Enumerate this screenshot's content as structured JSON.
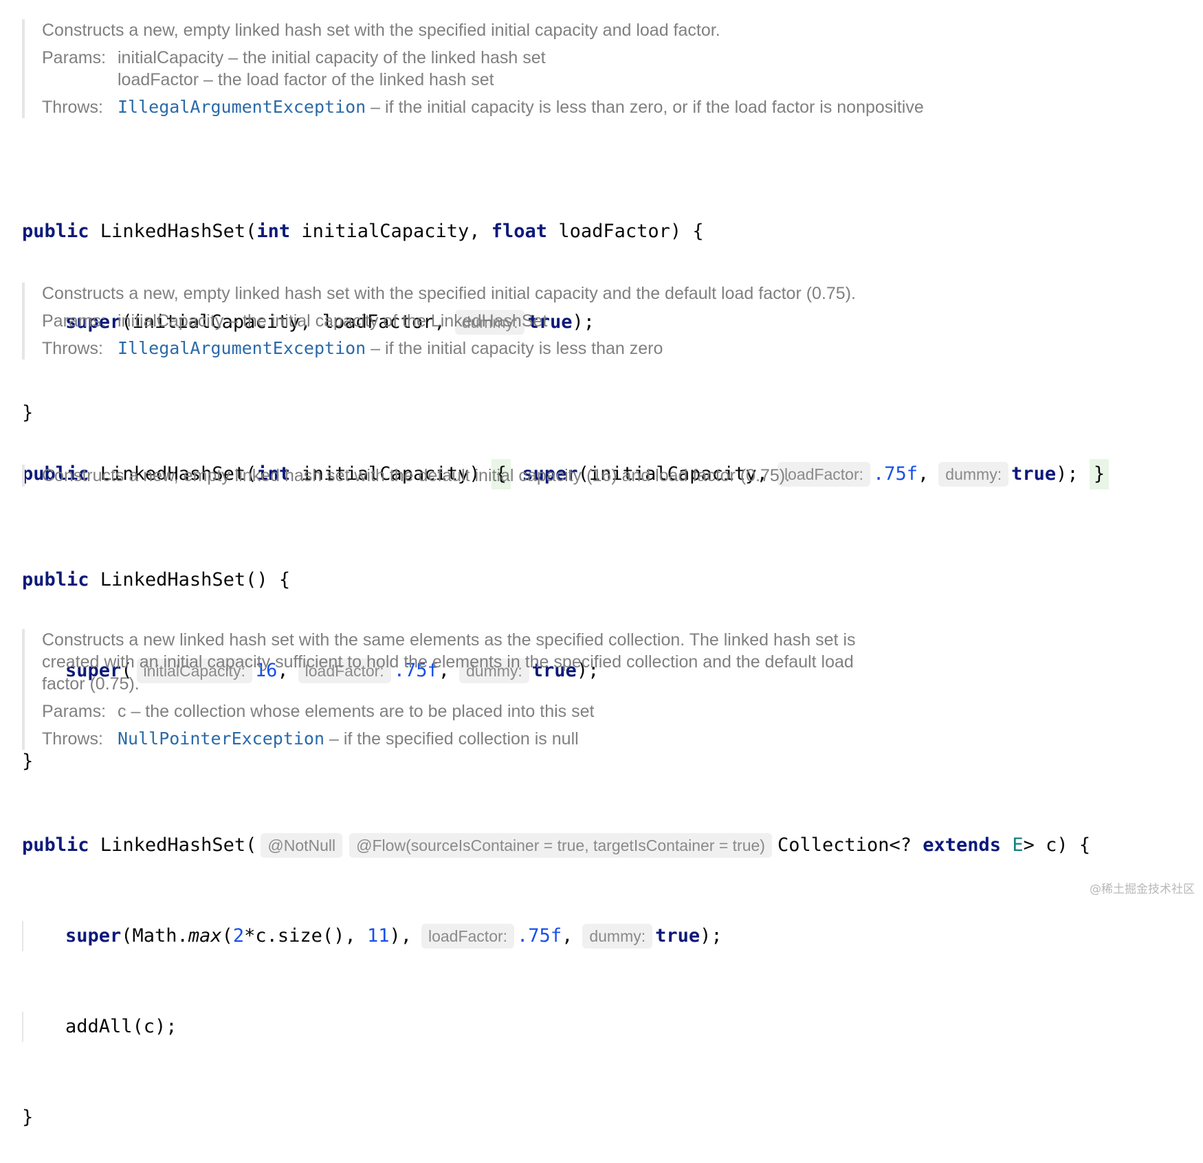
{
  "blocks": [
    {
      "doc": {
        "description": "Constructs a new, empty linked hash set with the specified initial capacity and load factor.",
        "params_label": "Params:",
        "params": [
          "initialCapacity – the initial capacity of the linked hash set",
          "loadFactor – the load factor of the linked hash set"
        ],
        "throws_label": "Throws:",
        "throws_exception": "IllegalArgumentException",
        "throws_text": " – if the initial capacity is less than zero, or if the load factor is nonpositive"
      }
    },
    {
      "doc": {
        "description": "Constructs a new, empty linked hash set with the specified initial capacity and the default load factor (0.75).",
        "params_label": "Params:",
        "params": [
          "initialCapacity – the initial capacity of the LinkedHashSet"
        ],
        "throws_label": "Throws:",
        "throws_exception": "IllegalArgumentException",
        "throws_text": " – if the initial capacity is less than zero"
      }
    },
    {
      "doc": {
        "description": "Constructs a new, empty linked hash set with the default initial capacity (16) and load factor (0.75)."
      }
    },
    {
      "doc": {
        "description": "Constructs a new linked hash set with the same elements as the specified collection. The linked hash set is created with an initial capacity sufficient to hold the elements in the specified collection and the default load factor (0.75).",
        "params_label": "Params:",
        "params": [
          "c – the collection whose elements are to be placed into this set"
        ],
        "throws_label": "Throws:",
        "throws_exception": "NullPointerException",
        "throws_text": " – if the specified collection is null"
      }
    }
  ],
  "code": {
    "kw_public": "public",
    "kw_int": "int",
    "kw_float": "float",
    "kw_super": "super",
    "kw_true": "true",
    "kw_extends": "extends",
    "ctor1_sig_a": " LinkedHashSet(",
    "ctor1_sig_b": " initialCapacity, ",
    "ctor1_sig_c": " loadFactor) {",
    "ctor1_body": "(initialCapacity, loadFactor,",
    "ctor2_sig_a": " LinkedHashSet(",
    "ctor2_sig_b": " initialCapacity) ",
    "ctor2_brace_open": "{",
    "ctor2_body": "(initialCapacity,",
    "ctor2_brace_close": "}",
    "ctor3_sig": " LinkedHashSet() {",
    "ctor4_sig": " LinkedHashSet(",
    "ctor4_type": "Collection<? ",
    "ctor4_generic": "E",
    "ctor4_tail": "> c) {",
    "ctor4_body_a": "(Math.",
    "ctor4_max": "max",
    "ctor4_body_b": "(",
    "ctor4_two": "2",
    "ctor4_body_c": "*c.size(), ",
    "ctor4_eleven": "11",
    "ctor4_body_d": "),",
    "ctor4_addall": "addAll(c);",
    "num_075": ".75f",
    "num_16": "16",
    "comma": ",",
    "end_call": ");",
    "semi_space": "; ",
    "paren_open": "(",
    "close_brace": "}"
  },
  "hints": {
    "dummy": "dummy:",
    "load_factor": "loadFactor:",
    "initial_capacity": "initialCapacity:",
    "not_null": "@NotNull",
    "flow": "@Flow(sourceIsContainer = true, targetIsContainer = true)"
  },
  "watermark": "@稀土掘金技术社区"
}
